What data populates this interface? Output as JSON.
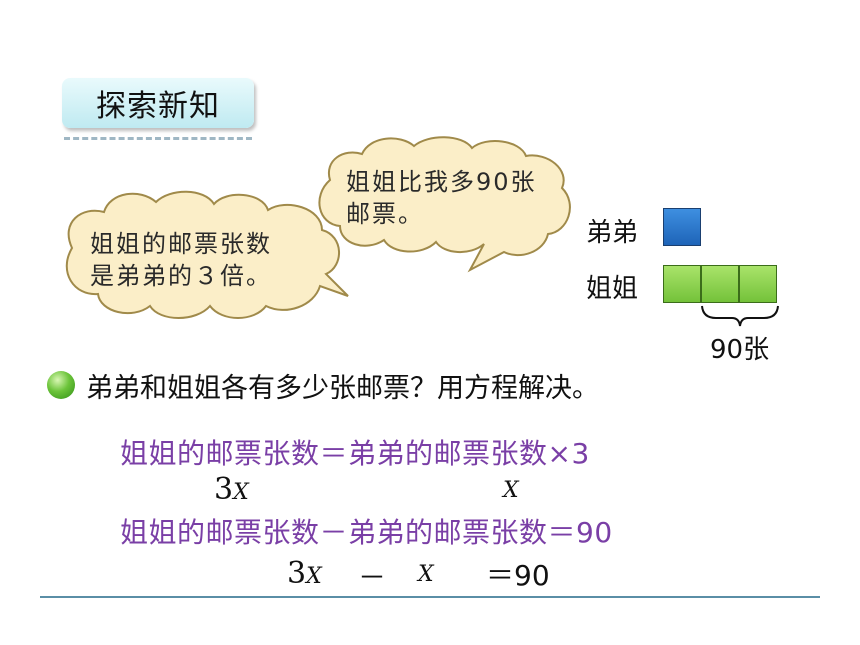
{
  "section_title": "探索新知",
  "bubbles": {
    "left": {
      "line1": "姐姐的邮票张数",
      "line2": "是弟弟的３倍。"
    },
    "right": {
      "line1": "姐姐比我多90张",
      "line2": "邮票。"
    }
  },
  "diagram": {
    "brother_label": "弟弟",
    "sister_label": "姐姐",
    "difference_label": "90张",
    "colors": {
      "brother": "#1e64b8",
      "sister": "#74c23a"
    }
  },
  "question": "弟弟和姐姐各有多少张邮票？用方程解决。",
  "equations": {
    "eq1_text": "姐姐的邮票张数＝弟弟的邮票张数×3",
    "eq1_sub_left_num": "3",
    "eq1_sub_left_var": "X",
    "eq1_sub_right_var": "X",
    "eq2_text": "姐姐的邮票张数－弟弟的邮票张数＝90",
    "eq2_num": "3",
    "eq2_var1": "X",
    "eq2_minus": "－",
    "eq2_var2": "X",
    "eq2_rhs": "＝90"
  },
  "colors": {
    "equation_text": "#7a3fa6",
    "title_bg": "#bfeaf1"
  }
}
